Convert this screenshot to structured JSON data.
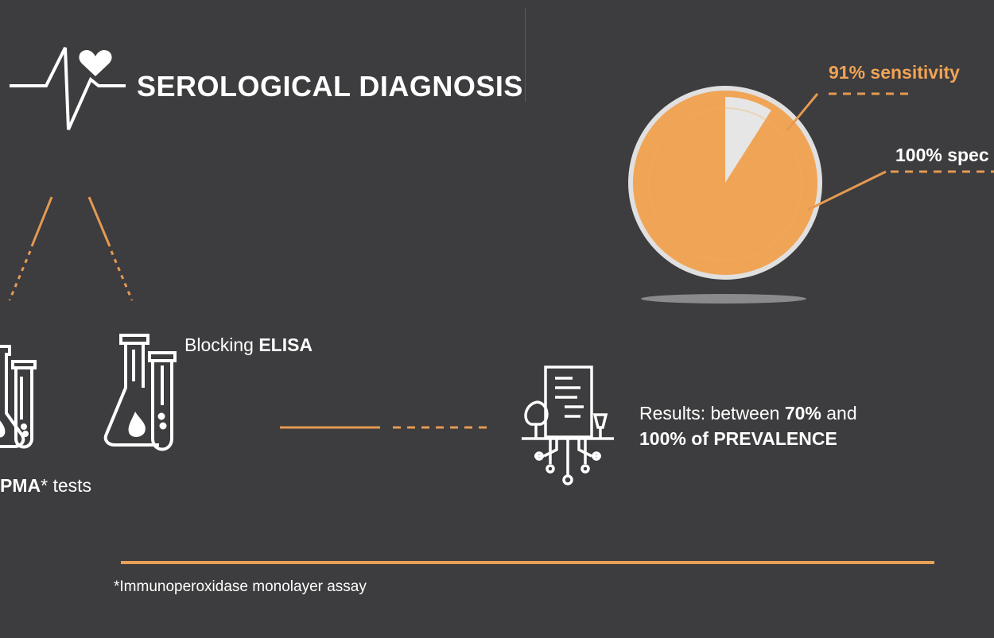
{
  "header": {
    "title": "SEROLOGICAL DIAGNOSIS",
    "icon": "heartbeat-icon"
  },
  "tests": {
    "ipma_label_bold": "PMA",
    "ipma_label_rest": "* tests",
    "elisa_label_prefix": "Blocking ",
    "elisa_label_bold": "ELISA"
  },
  "pie": {
    "sensitivity_label": "91% sensitivity",
    "specificity_label": "100% spec",
    "sensitivity_fraction": 0.91
  },
  "results": {
    "line1_prefix": "Results: between ",
    "line1_bold": "70%",
    "line1_suffix": " and",
    "line2_bold_a": "100% of ",
    "line2_bold_b": "PREVALENCE"
  },
  "footnote": "*Immunoperoxidase monolayer assay",
  "colors": {
    "background": "#3d3c3e",
    "accent": "#f0a456",
    "text": "#ffffff"
  }
}
